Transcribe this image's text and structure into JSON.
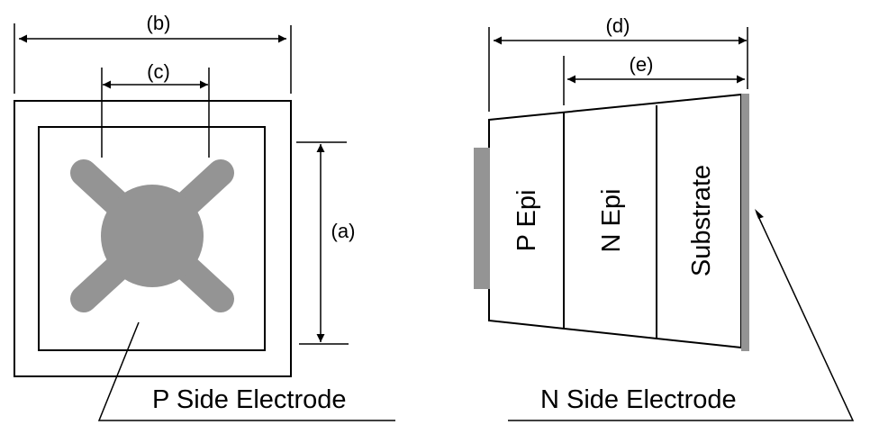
{
  "figure": {
    "left_view": {
      "title": "P Side Electrode",
      "dimensions": {
        "a": "(a)",
        "b": "(b)",
        "c": "(c)"
      }
    },
    "right_view": {
      "title": "N Side Electrode",
      "dimensions": {
        "d": "(d)",
        "e": "(e)"
      },
      "layers": [
        "P Epi",
        "N Epi",
        "Substrate"
      ]
    },
    "colors": {
      "electrode": "#949494",
      "line": "#000000",
      "background": "#ffffff"
    }
  }
}
